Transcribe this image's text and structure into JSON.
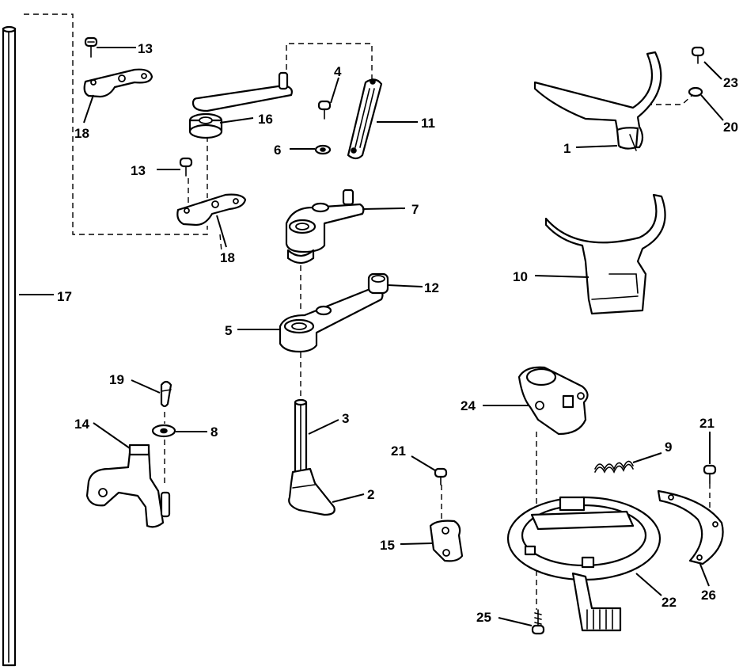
{
  "callouts": {
    "c1": "1",
    "c2": "2",
    "c3": "3",
    "c4": "4",
    "c5": "5",
    "c6": "6",
    "c7": "7",
    "c8": "8",
    "c9": "9",
    "c10": "10",
    "c11": "11",
    "c12": "12",
    "c13a": "13",
    "c13b": "13",
    "c14": "14",
    "c15": "15",
    "c16": "16",
    "c17": "17",
    "c18a": "18",
    "c18b": "18",
    "c19": "19",
    "c20": "20",
    "c21a": "21",
    "c21b": "21",
    "c22": "22",
    "c23": "23",
    "c24": "24",
    "c25": "25",
    "c26": "26"
  },
  "colors": {
    "ink": "#000000",
    "paper": "#ffffff"
  }
}
